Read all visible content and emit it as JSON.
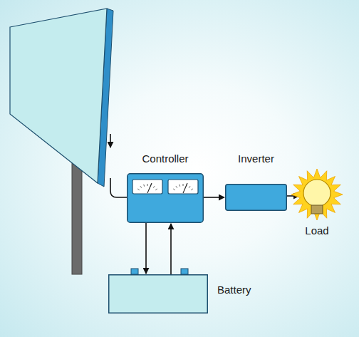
{
  "diagram": {
    "nodes": [
      {
        "text": [
          "Controller"
        ]
      },
      {
        "text": [
          "Inverter"
        ]
      },
      {
        "text": [
          "Load"
        ]
      },
      {
        "text": [
          "Battery"
        ]
      }
    ],
    "edges": [
      {
        "from": 0,
        "to": 1,
        "arrow": "to"
      },
      {
        "from": 1,
        "to": 2,
        "arrow": "to"
      },
      {
        "from": 0,
        "to": 3,
        "arrow": "to"
      },
      {
        "from": 3,
        "to": 0,
        "arrow": "to"
      }
    ]
  }
}
